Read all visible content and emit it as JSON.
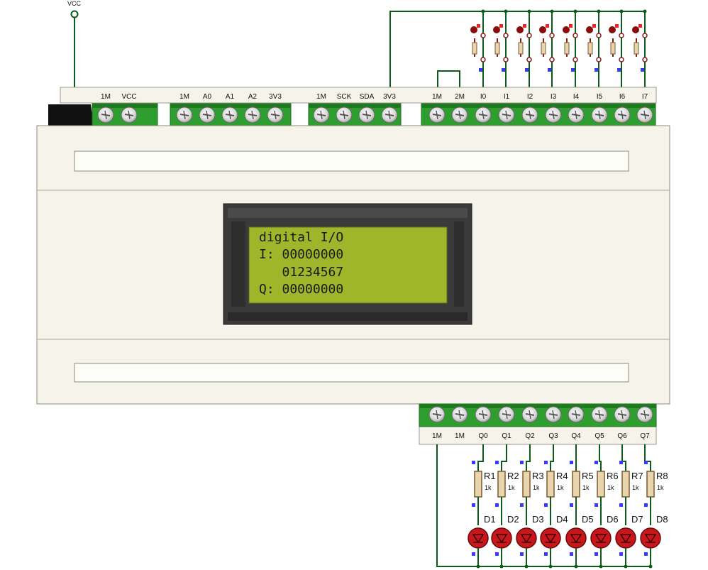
{
  "supply": {
    "label": "VCC"
  },
  "terminals": {
    "block1": [
      "1M",
      "VCC"
    ],
    "block2": [
      "1M",
      "A0",
      "A1",
      "A2",
      "3V3"
    ],
    "block3": [
      "1M",
      "SCK",
      "SDA",
      "3V3"
    ],
    "block4": [
      "1M",
      "2M",
      "I0",
      "I1",
      "I2",
      "I3",
      "I4",
      "I5",
      "I6",
      "I7"
    ],
    "outputs": [
      "1M",
      "1M",
      "Q0",
      "Q1",
      "Q2",
      "Q3",
      "Q4",
      "Q5",
      "Q6",
      "Q7"
    ]
  },
  "lcd": {
    "line1": "digital I/O",
    "line2": "I: 00000000",
    "line3": "   01234567",
    "line4": "Q: 00000000"
  },
  "resistors": [
    {
      "name": "R1",
      "value": "1k"
    },
    {
      "name": "R2",
      "value": "1k"
    },
    {
      "name": "R3",
      "value": "1k"
    },
    {
      "name": "R4",
      "value": "1k"
    },
    {
      "name": "R5",
      "value": "1k"
    },
    {
      "name": "R6",
      "value": "1k"
    },
    {
      "name": "R7",
      "value": "1k"
    },
    {
      "name": "R8",
      "value": "1k"
    }
  ],
  "leds": [
    "D1",
    "D2",
    "D3",
    "D4",
    "D5",
    "D6",
    "D7",
    "D8"
  ],
  "colors": {
    "wire": "#0b5c1b",
    "terminal_green": "#2e9e2e",
    "lcd_bg": "#9fb52a",
    "led": "#c8161d",
    "module": "#f6f4ea"
  }
}
